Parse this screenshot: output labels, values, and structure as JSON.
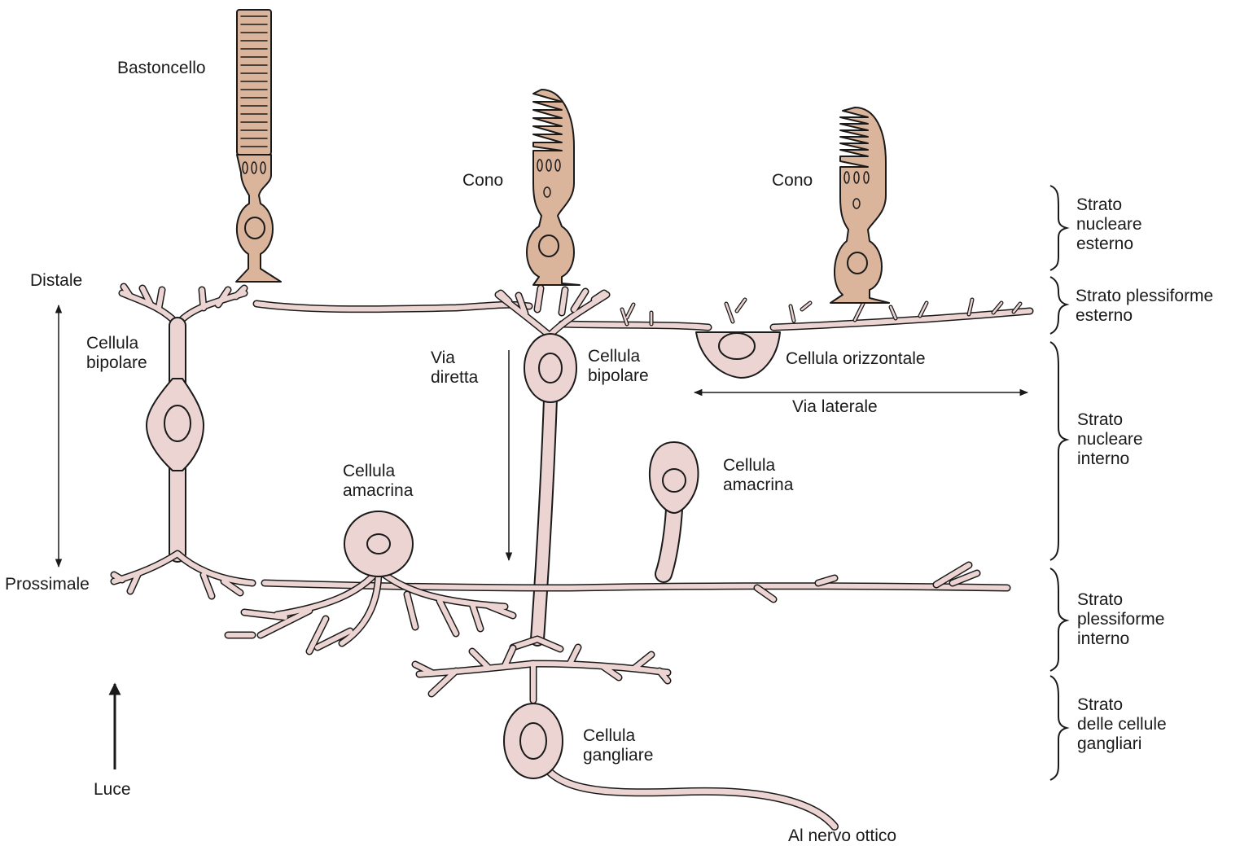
{
  "colors": {
    "photoreceptor_fill": "#dbb49c",
    "neuron_fill": "#ecd4d2",
    "outline": "#1a1a1a",
    "background": "#ffffff"
  },
  "cells": {
    "rod": "Bastoncello",
    "cone_left": "Cono",
    "cone_right": "Cono",
    "bipolar_left": [
      "Cellula",
      "bipolare"
    ],
    "bipolar_center": [
      "Cellula",
      "bipolare"
    ],
    "horizontal": "Cellula orizzontale",
    "amacrine_left": [
      "Cellula",
      "amacrina"
    ],
    "amacrine_right": [
      "Cellula",
      "amacrina"
    ],
    "ganglion": [
      "Cellula",
      "gangliare"
    ]
  },
  "pathways": {
    "direct": [
      "Via",
      "diretta"
    ],
    "lateral": "Via laterale"
  },
  "orientation": {
    "distal": "Distale",
    "proximal": "Prossimale",
    "light": "Luce",
    "optic_nerve": "Al nervo ottico"
  },
  "layers": [
    {
      "lines": [
        "Strato",
        "nucleare",
        "esterno"
      ]
    },
    {
      "lines": [
        "Strato plessiforme",
        "esterno"
      ]
    },
    {
      "lines": [
        "Strato",
        "nucleare",
        "interno"
      ]
    },
    {
      "lines": [
        "Strato",
        "plessiforme",
        "interno"
      ]
    },
    {
      "lines": [
        "Strato",
        "delle cellule",
        "gangliari"
      ]
    }
  ]
}
